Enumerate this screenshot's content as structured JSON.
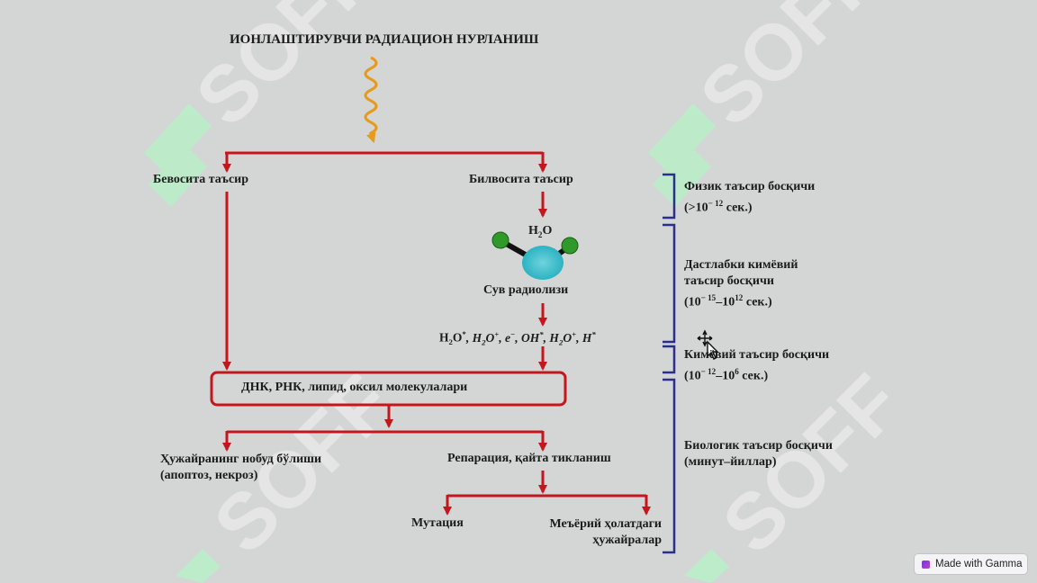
{
  "title": "ИОНЛАШТИРУВЧИ РАДИАЦИОН НУРЛАНИШ",
  "branches": {
    "direct": "Бевосита таъсир",
    "indirect": "Билвосита таъсир"
  },
  "molecule": {
    "formula_base": "H",
    "formula_sub": "2",
    "formula_end": "O",
    "caption": "Сув радиолизи"
  },
  "radicals": {
    "p1": "H",
    "p1_sub": "2",
    "p1_end": "O",
    "p1_sup": "*",
    "p2": ", H",
    "p2_sub": "2",
    "p2_end": "O",
    "p2_sup": "+",
    "p3": ", e",
    "p3_sup": "−",
    "p4": ", OH",
    "p4_sup": "*",
    "p5": ", H",
    "p5_sub": "2",
    "p5_end": "O",
    "p5_sup": "+",
    "p6": ", H",
    "p6_sup": "*"
  },
  "molecules_box": "ДНК, РНК, липид, оксил молекулалари",
  "outcomes": {
    "cell_death_line1": "Ҳужайранинг нобуд бўлиши",
    "cell_death_line2": "(апоптоз, некроз)",
    "repair": "Репарация, қайта тикланиш",
    "mutation": "Мутация",
    "normal_line1": "Меъёрий ҳолатдаги",
    "normal_line2": "ҳужайралар"
  },
  "stages": {
    "physical_line1": "Физик таъсир босқичи",
    "physical_line2_pre": "(>10",
    "physical_line2_sup": "− 12",
    "physical_line2_post": " сек.)",
    "prechem_line1": "Дастлабки кимёвий",
    "prechem_line2": "таъсир босқичи",
    "prechem_line3_pre": "(10",
    "prechem_line3_sup1": "− 15",
    "prechem_line3_mid": "–10",
    "prechem_line3_sup2": "12",
    "prechem_line3_post": " сек.)",
    "chem_line1": "Кимёвий таъсир босқичи",
    "chem_line2_pre": "(10",
    "chem_line2_sup1": "− 12",
    "chem_line2_mid": "–10",
    "chem_line2_sup2": "6",
    "chem_line2_post": " сек.)",
    "bio_line1": "Биологик таъсир босқичи",
    "bio_line2": "(минут–йиллар)"
  },
  "watermark": "SOFF",
  "badge": "Made with Gamma",
  "colors": {
    "arrow": "#c4161c",
    "wave": "#e89a1a",
    "bracket": "#2a2f8e",
    "molecule_center": "#2bb3c2",
    "molecule_atom": "#2f9a2a",
    "watermark_text": "#e6e6e6",
    "watermark_logo": "#b7f0c7"
  }
}
